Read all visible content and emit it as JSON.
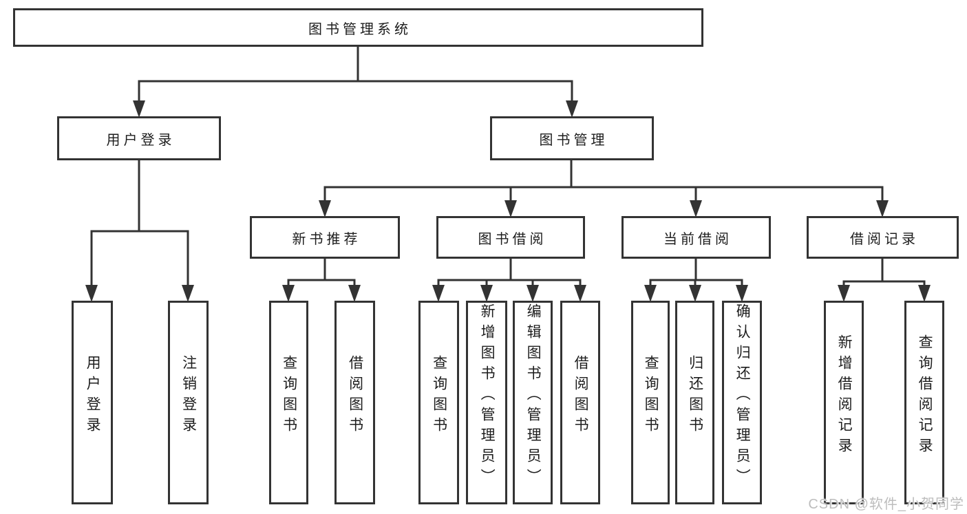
{
  "tree": {
    "label": "图书管理系统",
    "children": [
      {
        "label": "用户登录",
        "children": [
          {
            "label": "用户登录"
          },
          {
            "label": "注销登录"
          }
        ]
      },
      {
        "label": "图书管理",
        "children": [
          {
            "label": "新书推荐",
            "children": [
              {
                "label": "查询图书"
              },
              {
                "label": "借阅图书"
              }
            ]
          },
          {
            "label": "图书借阅",
            "children": [
              {
                "label": "查询图书"
              },
              {
                "label": "新增图书（管理员）"
              },
              {
                "label": "编辑图书（管理员）"
              },
              {
                "label": "借阅图书"
              }
            ]
          },
          {
            "label": "当前借阅",
            "children": [
              {
                "label": "查询图书"
              },
              {
                "label": "归还图书"
              },
              {
                "label": "确认归还（管理员）"
              }
            ]
          },
          {
            "label": "借阅记录",
            "children": [
              {
                "label": "新增借阅记录"
              },
              {
                "label": "查询借阅记录"
              }
            ]
          }
        ]
      }
    ]
  },
  "watermark": {
    "text": "CSDN @软件_小贺同学"
  },
  "colors": {
    "line": "#333333",
    "box_border": "#333333",
    "text": "#1d1d1d",
    "watermark": "#bdbdbd",
    "background": "#ffffff"
  }
}
